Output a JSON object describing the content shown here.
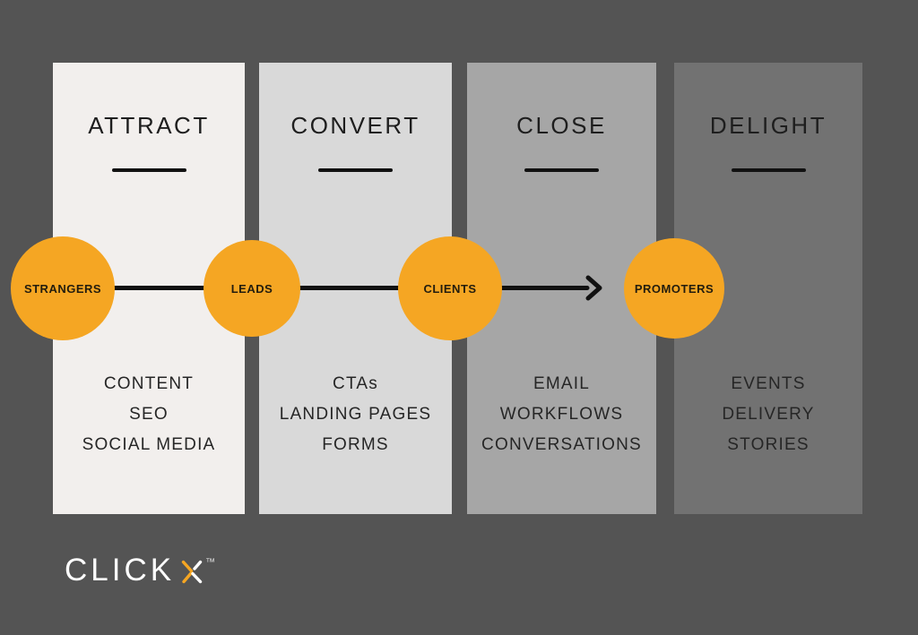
{
  "colors": {
    "background": "#545454",
    "panel-attract": "#f2efed",
    "panel-convert": "#d9d9d9",
    "panel-close": "#a6a6a6",
    "panel-delight": "#727272",
    "accent-orange": "#f5a623",
    "ink": "#1e1e1e",
    "line": "#111111",
    "logo-white": "#ffffff"
  },
  "stages": [
    {
      "title": "ATTRACT",
      "items": [
        "CONTENT",
        "SEO",
        "SOCIAL MEDIA"
      ]
    },
    {
      "title": "CONVERT",
      "items": [
        "CTAs",
        "LANDING PAGES",
        "FORMS"
      ]
    },
    {
      "title": "CLOSE",
      "items": [
        "EMAIL",
        "WORKFLOWS",
        "CONVERSATIONS"
      ]
    },
    {
      "title": "DELIGHT",
      "items": [
        "EVENTS",
        "DELIVERY",
        "STORIES"
      ]
    }
  ],
  "audiences": [
    "STRANGERS",
    "LEADS",
    "CLIENTS",
    "PROMOTERS"
  ],
  "logo": {
    "wordmark": "CLICK",
    "trademark": "™"
  }
}
